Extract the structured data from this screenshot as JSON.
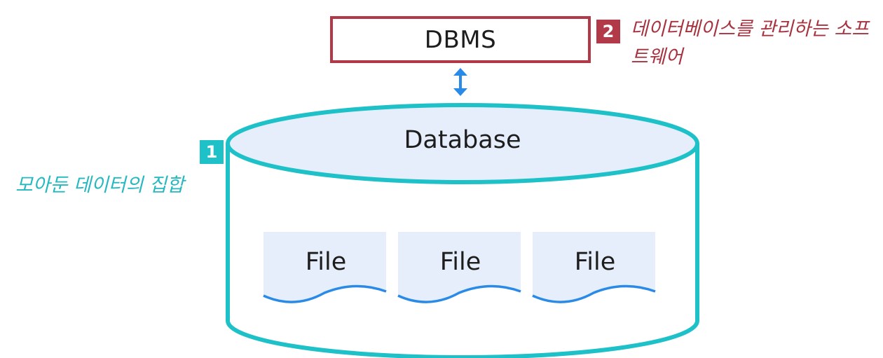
{
  "colors": {
    "dbms": "#b23a48",
    "database": "#1fc1c9",
    "database_fill": "#e6eefb",
    "file_fill": "#e6eefb",
    "file_wave": "#2a8ae8",
    "arrow": "#2a8ae8"
  },
  "dbms": {
    "label": "DBMS",
    "badge": "2",
    "note": "데이터베이스를 관리하는 소프트웨어"
  },
  "database": {
    "label": "Database",
    "badge": "1",
    "note": "모아둔 데이터의 집합"
  },
  "files": [
    {
      "label": "File"
    },
    {
      "label": "File"
    },
    {
      "label": "File"
    }
  ]
}
